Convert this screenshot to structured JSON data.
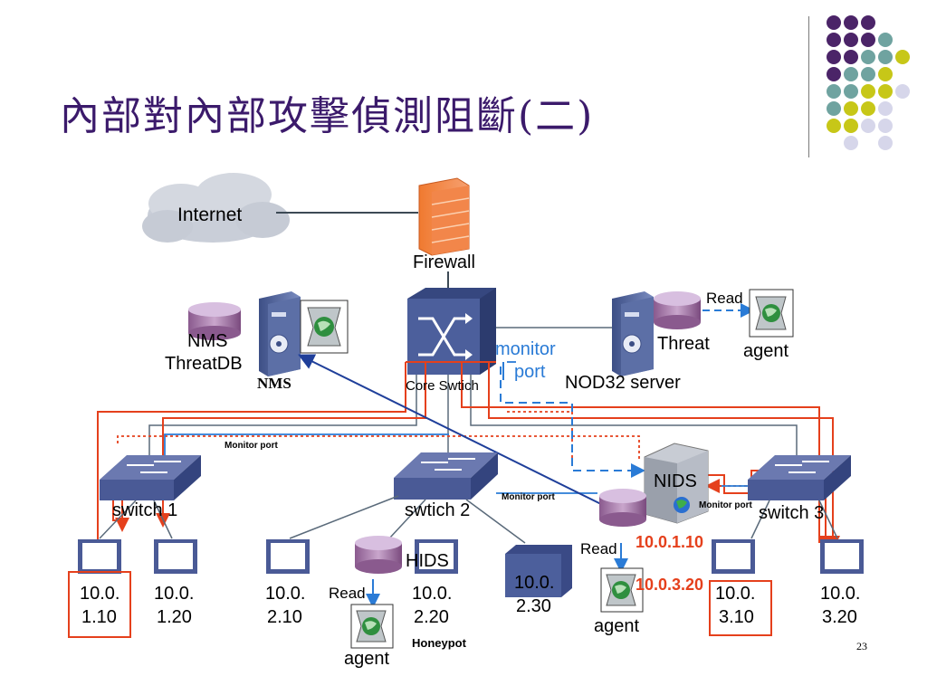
{
  "slide": {
    "title": "內部對內部攻擊偵測阻斷(二)",
    "page_number": "23"
  },
  "decor": {
    "dot_colors": {
      "purple": "#4b2468",
      "teal": "#6fa3a0",
      "yellow": "#c7c718",
      "lavender": "#d6d6ea"
    }
  },
  "diagram": {
    "internet": "Internet",
    "firewall": "Firewall",
    "nms_db_line1": "NMS",
    "nms_db_line2": "ThreatDB",
    "nms": "NMS",
    "core_switch": "Core Swtich",
    "monitor_port_line1": "monitor",
    "monitor_port_line2": "port",
    "nod32_server": "NOD32 server",
    "read_top": "Read",
    "threat": "Threat",
    "agent_top": "agent",
    "monitor_port_small_1": "Monitor port",
    "monitor_port_small_2": "Monitor port",
    "monitor_port_small_3": "Monitor port",
    "nids": "NIDS",
    "switch1": "switch 1",
    "switch2": "swtich 2",
    "switch3": "switch 3",
    "hids": "HIDS",
    "read_hids": "Read",
    "agent_hids": "agent",
    "honeypot": "Honeypot",
    "read_nids": "Read",
    "agent_nids": "agent",
    "attack_ip_1": "10.0.1.10",
    "attack_ip_2": "10.0.3.20",
    "hosts": {
      "h110": {
        "line1": "10.0.",
        "line2": "1.10"
      },
      "h120": {
        "line1": "10.0.",
        "line2": "1.20"
      },
      "h210": {
        "line1": "10.0.",
        "line2": "2.10"
      },
      "h220": {
        "line1": "10.0.",
        "line2": "2.20"
      },
      "h230": {
        "line1": "10.0.",
        "line2": "2.30"
      },
      "h310": {
        "line1": "10.0.",
        "line2": "3.10"
      },
      "h320": {
        "line1": "10.0.",
        "line2": "3.20"
      }
    },
    "colors": {
      "attack": "#e5401c",
      "monitor": "#2a7bd6",
      "link": "#5a6a7a",
      "nms_link": "#1f3f9a",
      "switch": "#4a5a96"
    }
  }
}
